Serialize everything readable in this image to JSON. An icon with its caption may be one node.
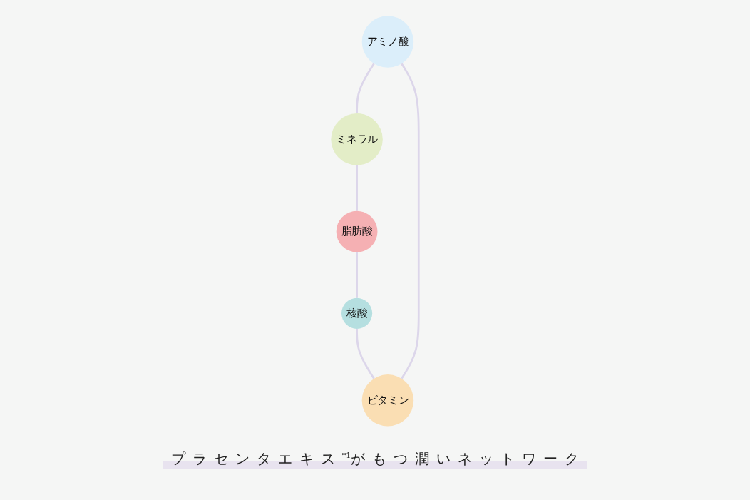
{
  "diagram": {
    "caption": "プラセンタエキス$^{*1}$がもつ潤いネットワーク",
    "nodes": [
      {
        "text": [
          "アミノ酸"
        ]
      },
      {
        "text": [
          "ビタミン"
        ]
      },
      {
        "text": [
          "ミネラル"
        ]
      },
      {
        "text": [
          "核酸"
        ]
      },
      {
        "text": [
          "脂肪酸"
        ]
      }
    ],
    "edges": [
      {
        "from": 0,
        "to": 2,
        "arrow": "none"
      },
      {
        "from": 2,
        "to": 4,
        "arrow": "none"
      },
      {
        "from": 4,
        "to": 3,
        "arrow": "none"
      },
      {
        "from": 3,
        "to": 1,
        "arrow": "none"
      },
      {
        "from": 1,
        "to": 0,
        "arrow": "none"
      }
    ]
  }
}
